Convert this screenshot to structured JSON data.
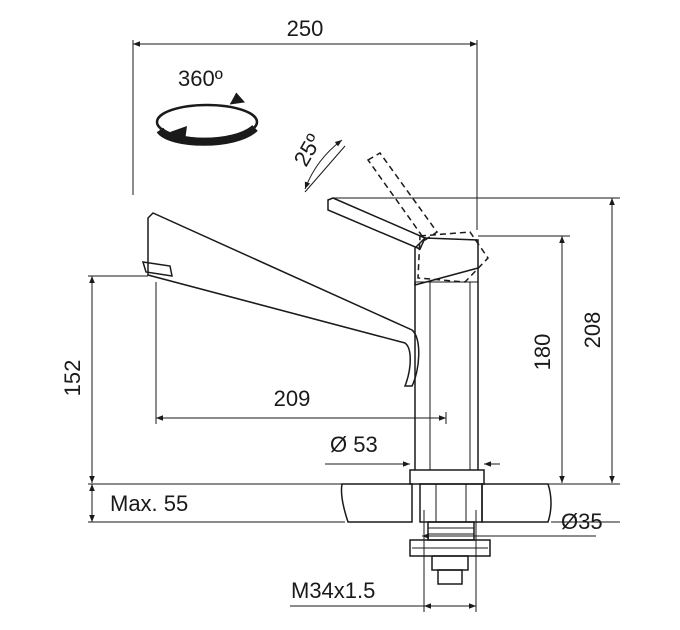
{
  "drawing": {
    "labels": {
      "width_total": "250",
      "rotation": "360º",
      "tilt_angle": "25º",
      "height_total": "208",
      "height_body": "180",
      "spout_height": "152",
      "spout_reach": "209",
      "base_diameter": "Ø 53",
      "max_thickness": "Max. 55",
      "hole_diameter": "Ø35",
      "thread": "M34x1.5"
    },
    "colors": {
      "line": "#1a1a1a",
      "countertop_fill": "#d9d9d9"
    }
  }
}
